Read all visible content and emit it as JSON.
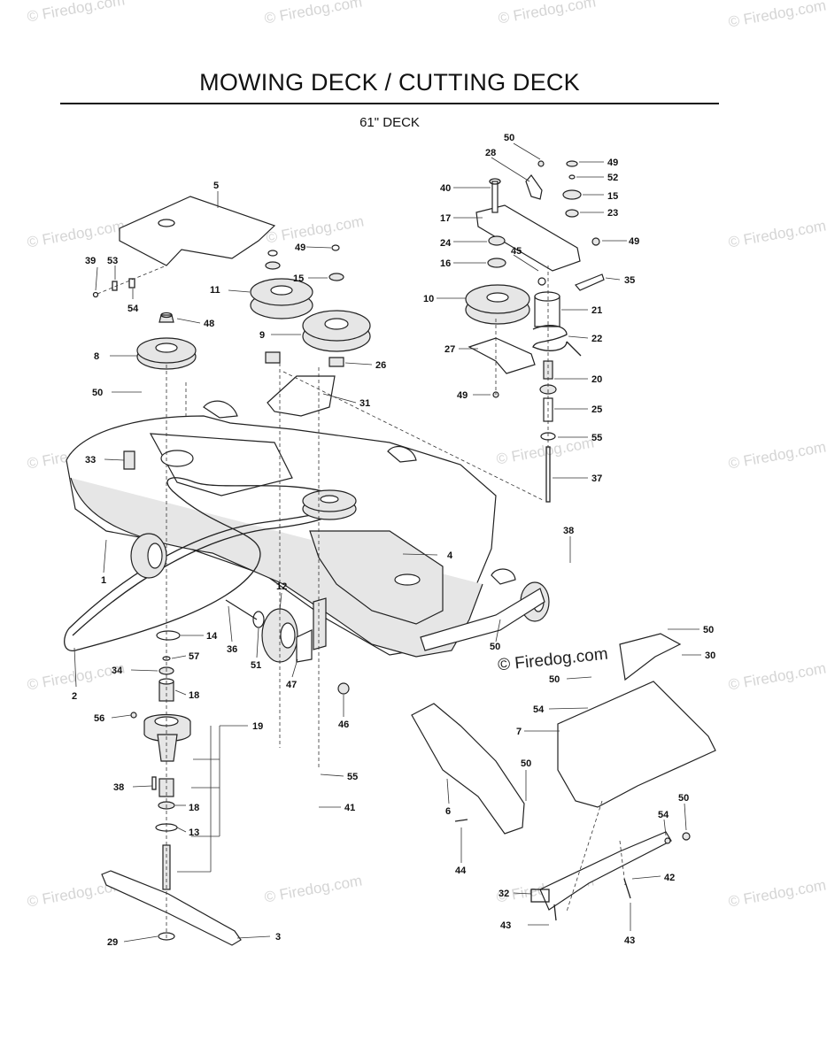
{
  "title": "MOWING DECK / CUTTING DECK",
  "subtitle": "61\" DECK",
  "watermark_text": "© Firedog.com",
  "labels": {
    "l1": "1",
    "l2": "2",
    "l3": "3",
    "l4": "4",
    "l5": "5",
    "l6": "6",
    "l7": "7",
    "l8": "8",
    "l9": "9",
    "l10": "10",
    "l11": "11",
    "l12": "12",
    "l13": "13",
    "l14": "14",
    "l15a": "15",
    "l15b": "15",
    "l16": "16",
    "l17": "17",
    "l18a": "18",
    "l18b": "18",
    "l19": "19",
    "l20": "20",
    "l21": "21",
    "l22": "22",
    "l23": "23",
    "l24": "24",
    "l25": "25",
    "l26": "26",
    "l27": "27",
    "l28": "28",
    "l29": "29",
    "l30": "30",
    "l31": "31",
    "l32": "32",
    "l33": "33",
    "l34": "34",
    "l35": "35",
    "l36": "36",
    "l37": "37",
    "l38a": "38",
    "l38b": "38",
    "l39": "39",
    "l40": "40",
    "l41": "41",
    "l42": "42",
    "l43a": "43",
    "l43b": "43",
    "l44": "44",
    "l45": "45",
    "l46": "46",
    "l47": "47",
    "l48": "48",
    "l49a": "49",
    "l49b": "49",
    "l49c": "49",
    "l49d": "49",
    "l50a": "50",
    "l50b": "50",
    "l50c": "50",
    "l50d": "50",
    "l50e": "50",
    "l50f": "50",
    "l50g": "50",
    "l51": "51",
    "l52": "52",
    "l53": "53",
    "l54a": "54",
    "l54b": "54",
    "l54c": "54",
    "l55a": "55",
    "l55b": "55",
    "l56": "56",
    "l57": "57"
  }
}
